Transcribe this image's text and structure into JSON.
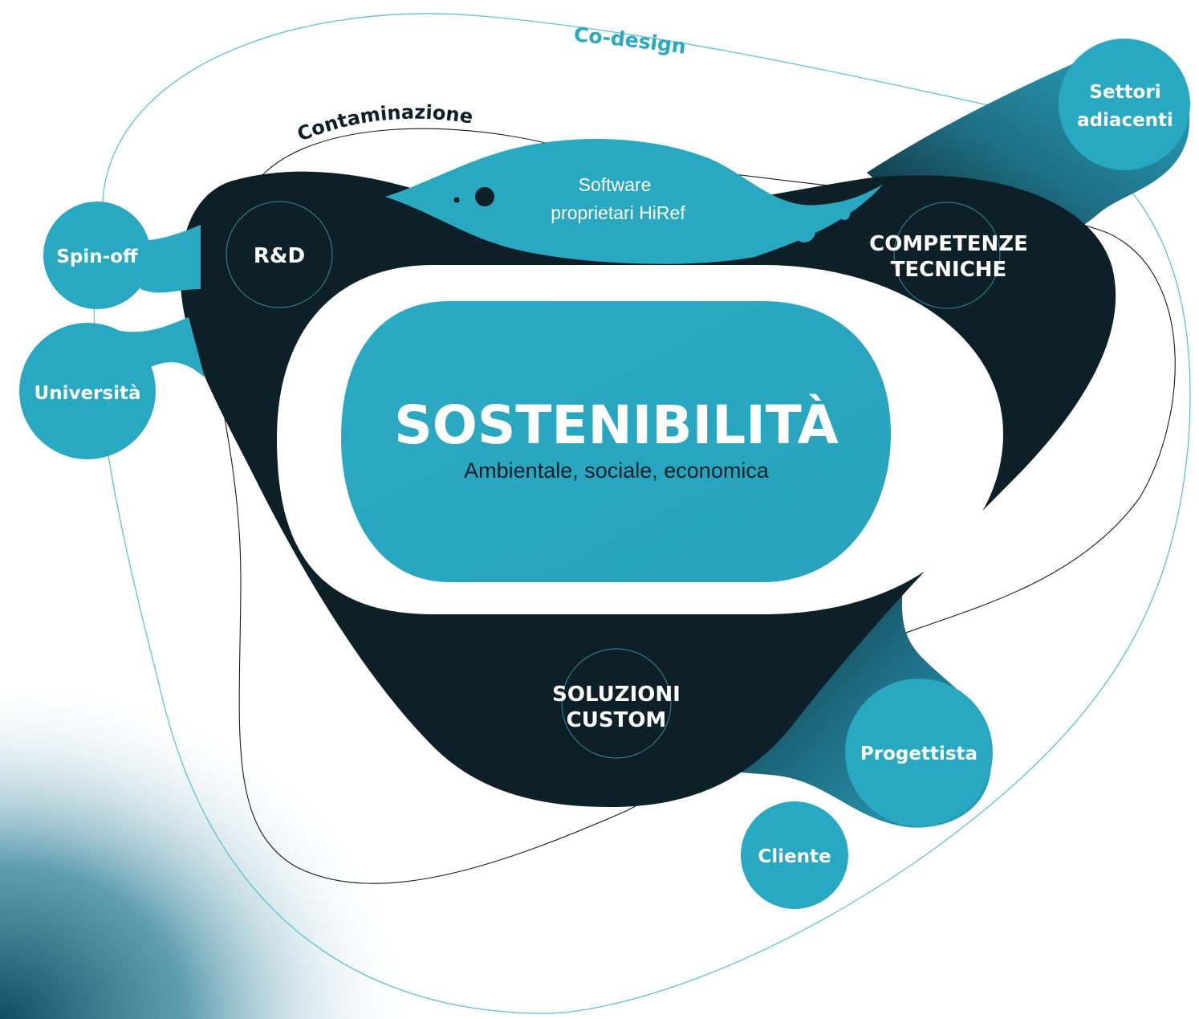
{
  "colors": {
    "teal": "#29a8c1",
    "dark": "#0d1f27",
    "mid": "#1b5c6e",
    "white": "#ffffff",
    "line_teal": "#5fc2d4",
    "line_dark": "#1a1a1a"
  },
  "center": {
    "title": "SOSTENIBILITÀ",
    "subtitle": "Ambientale, sociale, economica"
  },
  "hubs": {
    "rd": "R&D",
    "competenze_l1": "COMPETENZE",
    "competenze_l2": "TECNICHE",
    "soluzioni_l1": "SOLUZIONI",
    "soluzioni_l2": "CUSTOM"
  },
  "software": {
    "line1": "Software",
    "line2": "proprietari HiRef"
  },
  "satellites": {
    "spinoff": "Spin-off",
    "universita": "Università",
    "settori_l1": "Settori",
    "settori_l2": "adiacenti",
    "progettista": "Progettista",
    "cliente": "Cliente"
  },
  "loops": {
    "codesign": "Co-design",
    "contaminazione": "Contaminazione"
  }
}
